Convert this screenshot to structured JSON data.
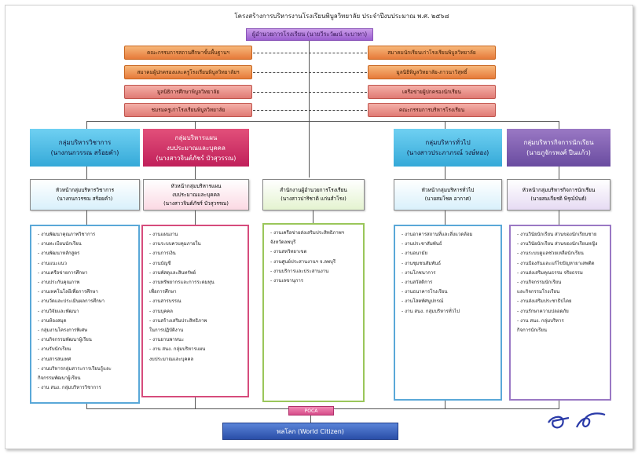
{
  "title": "โครงสร้างการบริหารงานโรงเรียนพิบูลวิทยาลัย ประจำปีงบประมาณ พ.ศ. ๒๕๖๘",
  "director": "ผู้อำนวยการโรงเรียน (นายวีระวัฒน์ ระบาทา)",
  "left_committees": [
    "คณะกรรมการสถานศึกษาขั้นพื้นฐานฯ",
    "สมาคมผู้ปกครองและครูโรงเรียนพิบูลวิทยาลัยฯ",
    "มูลนิธิการศึกษาพิบูลวิทยาลัย",
    "ชมรมครูเก่าโรงเรียนพิบูลวิทยาลัย"
  ],
  "right_committees": [
    "สมาคมนักเรียนเก่าโรงเรียนพิบูลวิทยาลัย",
    "มูลนิธิพิบูลวิทยาลัย-ภาวนาวิสุทธิ์",
    "เครือข่ายผู้ปกครองนักเรียน",
    "คณะกรรมการบริหารโรงเรียน"
  ],
  "groups": [
    {
      "name": "กลุ่มบริหารวิชาการ",
      "person": "(นางกนกวรรณ สร้อยคำ)",
      "sub_title": "หัวหน้ากลุ่มบริหารวิชาการ",
      "sub_person": "(นางกนกวรรณ สร้อยคำ)",
      "items": [
        "- งานพัฒนาคุณภาพวิชาการ",
        "- งานทะเบียนนักเรียน",
        "- งานพัฒนาหลักสูตร",
        "- งานแนะแนว",
        "- งานเครือข่ายการศึกษา",
        "- งานประกันคุณภาพ",
        "- งานเทคโนโลยีเพื่อการศึกษา",
        "- งานวัดและประเมินผลการศึกษา",
        "- งานวิจัยและพัฒนา",
        "- งานห้องสมุด",
        "- กลุ่มงานโครงการพิเศษ",
        "- งานกิจกรรมพัฒนาผู้เรียน",
        "- งานรับนักเรียน",
        "- งานสารสนเทศ",
        "- งานบริหารกลุ่มสาระการเรียนรู้และ\n  กิจกรรมพัฒนาผู้เรียน",
        "- งาน สนง. กลุ่มบริหารวิชาการ"
      ]
    },
    {
      "name": "กลุ่มบริหารแผน\nงบประมาณและบุคคล",
      "person": "(นางสาวจินต์ภัชร์ บัวสุวรรณ)",
      "sub_title": "หัวหน้ากลุ่มบริหารแผน\nงบประมาณและบุคคล",
      "sub_person": "(นางสาวจินต์ภัชร์ บัวสุวรรณ)",
      "items": [
        "- งานแผนงาน",
        "- งานระบบควบคุมภายใน",
        "- งานการเงิน",
        "- งานบัญชี",
        "- งานพัสดุและสินทรัพย์",
        "- งานทรัพยากรและการระดมทุน\n  เพื่อการศึกษา",
        "- งานสารบรรณ",
        "- งานบุคคล",
        "- งานสร้างเสริมประสิทธิภาพ\n  ในการปฏิบัติงาน",
        "- งานยานพาหนะ",
        "- งาน สนง. กลุ่มบริหารแผน\n  งบประมาณและบุคคล"
      ]
    },
    {
      "name": "",
      "person": "",
      "sub_title": "สำนักงานผู้อำนวยการโรงเรียน",
      "sub_person": "(นางสาวปาริชาติ แก่นสำโรง)",
      "items": [
        "- งานเครือข่ายส่งเสริมประสิทธิภาพฯ\n  จังหวัดลพบุรี",
        "- งานสหวิทยาเขต",
        "- งานศูนย์ประสานงานฯ จ.ลพบุรี",
        "- งานบริการและประสานงาน",
        "- งานเลขานุการ"
      ]
    },
    {
      "name": "กลุ่มบริหารทั่วไป",
      "person": "(นางสาวประภาภรณ์ วงษ์ทอง)",
      "sub_title": "หัวหน้ากลุ่มบริหารทั่วไป",
      "sub_person": "(นายสมโชค อากาศ)",
      "items": [
        "- งานอาคารสถานที่และสิ่งแวดล้อม",
        "- งานประชาสัมพันธ์",
        "- งานอนามัย",
        "- งานชุมชนสัมพันธ์",
        "- งานโภชนาการ",
        "- งานสวัสดิการ",
        "- งานธนาคารโรงเรียน",
        "- งานโสตทัศนูปกรณ์",
        "- งาน สนง. กลุ่มบริหารทั่วไป"
      ]
    },
    {
      "name": "กลุ่มบริหารกิจการนักเรียน",
      "person": "(นายภูจักรพงศ์ ปีนแก้ว)",
      "sub_title": "หัวหน้ากลุ่มบริหารกิจการนักเรียน",
      "sub_person": "(นายสมเกียรติ พิรุณ์บันธ์)",
      "items": [
        "- งานวินัยนักเรียน ส่วนของนักเรียนชาย",
        "- งานวินัยนักเรียน ส่วนของนักเรียนหญิง",
        "- งานระบบดูแลช่วยเหลือนักเรียน",
        "- งานป้องกันและแก้ไขปัญหายาเสพติด",
        "- งานส่งเสริมคุณธรรม จริยธรรม",
        "- งานกิจกรรมนักเรียน\n  และกิจกรรมโรงเรียน",
        "- งานส่งเสริมประชาธิปไตย",
        "- งานรักษาความปลอดภัย",
        "- งาน สนง. กลุ่มบริหาร\n  กิจการนักเรียน"
      ]
    }
  ],
  "poca": "POCA",
  "world": "พลโลก (World Citizen)",
  "colors": {
    "orange": "#e67a3a",
    "purple_director": "#9b5fd0",
    "blue_group": "#35a9d8",
    "magenta_group": "#c0205a",
    "violet_group": "#6a4ca0",
    "green_border": "#9ac65a",
    "world_blue": "#2a4ea8"
  }
}
